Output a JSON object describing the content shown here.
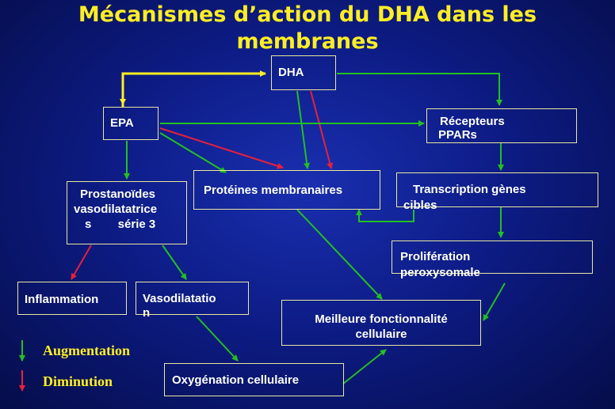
{
  "title_line1": "Mécanismes d’action du DHA dans les",
  "title_line2": "membranes",
  "nodes": {
    "dha": "DHA",
    "epa": "EPA",
    "recepteurs_l1": "Récepteurs",
    "recepteurs_l2": "PPARs",
    "prostanoides_l1": "Prostanoïdes",
    "prostanoides_l2": "vasodilatatrice",
    "prostanoides_l3": "s        série 3",
    "proteines": "Protéines membranaires",
    "transcription_l1": "Transcription gènes",
    "transcription_l2": "cibles",
    "proliferation_l1": "Prolifération",
    "proliferation_l2": "peroxysomale",
    "inflammation": "Inflammation",
    "vasodilatation_l1": "Vasodilatatio",
    "vasodilatation_l2": "n",
    "meilleure_l1": "Meilleure fonctionnalité",
    "meilleure_l2": "cellulaire",
    "oxygenation": "Oxygénation cellulaire"
  },
  "legend": {
    "augmentation": "Augmentation",
    "diminution": "Diminution"
  },
  "colors": {
    "green_arrow": "#22c022",
    "red_arrow": "#e8203a",
    "yellow_arrow": "#ffee22",
    "title": "#ffee22",
    "background": "#0d1c86"
  }
}
